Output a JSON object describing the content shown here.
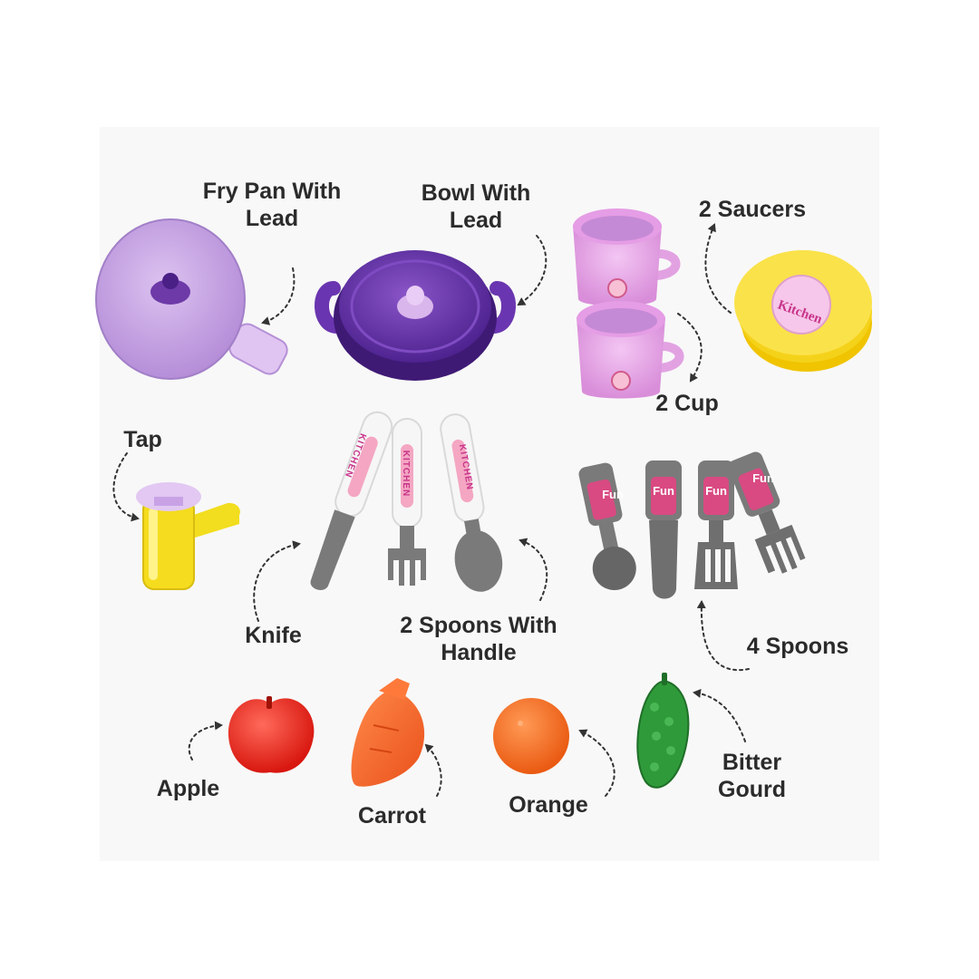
{
  "labels": {
    "fry_pan": [
      "Fry Pan With",
      "Lead"
    ],
    "bowl": [
      "Bowl With",
      "Lead"
    ],
    "saucers": "2 Saucers",
    "cups": "2 Cup",
    "tap": "Tap",
    "knife": "Knife",
    "spoons_handle": [
      "2 Spoons With",
      "Handle"
    ],
    "four_spoons": "4 Spoons",
    "apple": "Apple",
    "carrot": "Carrot",
    "orange": "Orange",
    "bitter_gourd": [
      "Bitter",
      "Gourd"
    ]
  },
  "imprints": {
    "saucer_logo": "Kitchen",
    "cutlery_handle": "KITCHEN",
    "fun_tag": "Fun"
  },
  "colors": {
    "lavender": "#c9a2e6",
    "purple": "#6a35b0",
    "pink_cup": "#e6a8e6",
    "yellow": "#f5dc1e",
    "gray": "#7a7a7a",
    "red": "#f03024",
    "orange": "#f06a1c",
    "green": "#2f9a3a",
    "label": "#2b2b2b"
  }
}
